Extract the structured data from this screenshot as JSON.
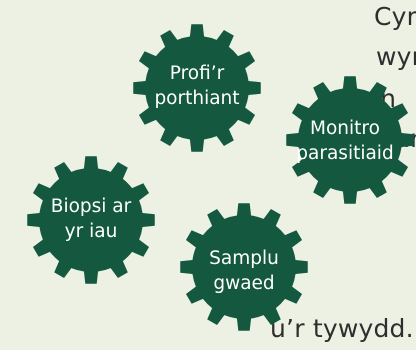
{
  "background_text": {
    "line_1": "Cymru",
    "line_2": "wyn",
    "line_3": "’n",
    "line_4": "Gan",
    "line_5": "u’r tywydd."
  },
  "gears": [
    {
      "id": "feed",
      "label_line_1": "Profi’r",
      "label_line_2": "porthiant"
    },
    {
      "id": "parasites",
      "label_line_1": "Monitro",
      "label_line_2": "parasitiaid"
    },
    {
      "id": "biopsy",
      "label_line_1": "Biopsi ar",
      "label_line_2": "yr iau"
    },
    {
      "id": "blood",
      "label_line_1": "Samplu",
      "label_line_2": "gwaed"
    }
  ],
  "colors": {
    "background": "#ecf1e3",
    "gear": "#13583f",
    "gear_text": "#ffffff",
    "body_text": "#2e2e2e"
  }
}
